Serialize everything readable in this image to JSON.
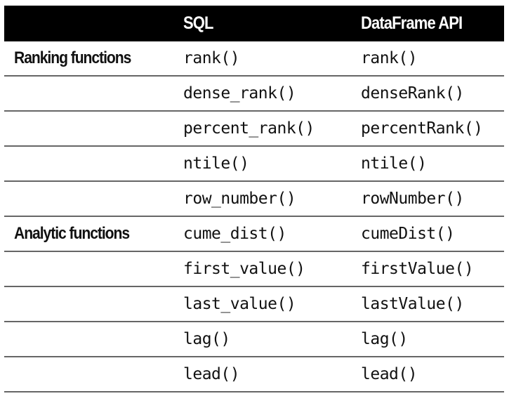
{
  "table": {
    "headers": [
      "",
      "SQL",
      "DataFrame API"
    ],
    "rows": [
      {
        "category": "Ranking functions",
        "sql": "rank()",
        "api": "rank()"
      },
      {
        "category": "",
        "sql": "dense_rank()",
        "api": "denseRank()"
      },
      {
        "category": "",
        "sql": "percent_rank()",
        "api": "percentRank()"
      },
      {
        "category": "",
        "sql": "ntile()",
        "api": "ntile()"
      },
      {
        "category": "",
        "sql": "row_number()",
        "api": "rowNumber()"
      },
      {
        "category": "Analytic functions",
        "sql": "cume_dist()",
        "api": "cumeDist()"
      },
      {
        "category": "",
        "sql": "first_value()",
        "api": "firstValue()"
      },
      {
        "category": "",
        "sql": "last_value()",
        "api": "lastValue()"
      },
      {
        "category": "",
        "sql": "lag()",
        "api": "lag()"
      },
      {
        "category": "",
        "sql": "lead()",
        "api": "lead()"
      }
    ]
  },
  "colors": {
    "header_bg": "#000000",
    "header_text": "#ffffff",
    "rule": "#666666"
  }
}
